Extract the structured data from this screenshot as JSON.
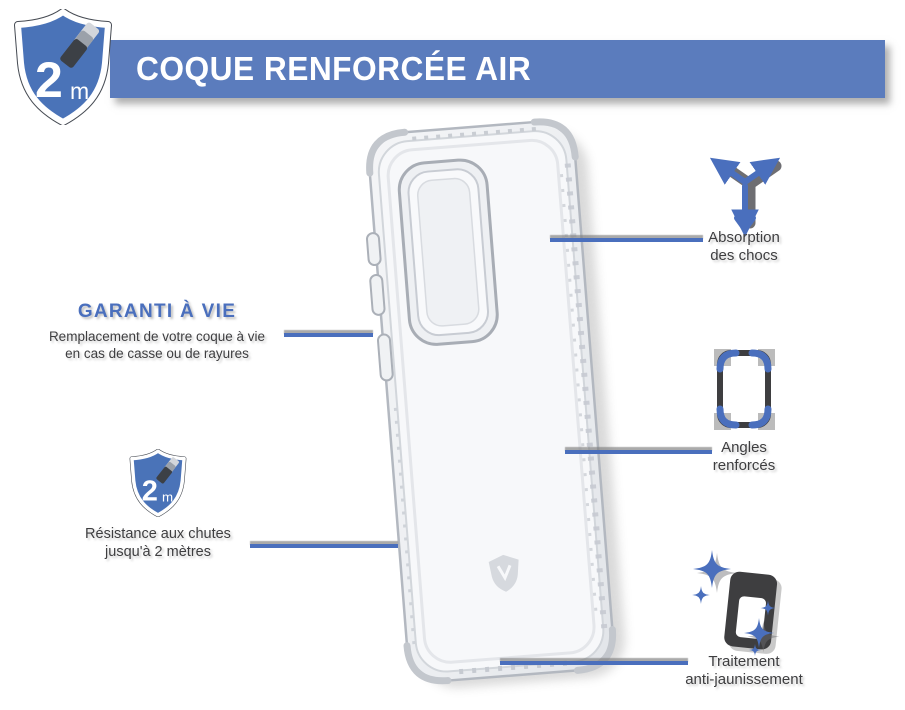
{
  "header": {
    "title": "COQUE RENFORCÉE AIR"
  },
  "badge": {
    "value": "2",
    "unit": "m"
  },
  "warranty": {
    "title": "GARANTI À VIE",
    "line1": "Remplacement de votre coque à vie",
    "line2": "en cas de casse ou de rayures"
  },
  "drop_resistance": {
    "badge_value": "2",
    "badge_unit": "m",
    "line1": "Résistance aux chutes",
    "line2": "jusqu'à 2 mètres"
  },
  "features": {
    "shock": {
      "line1": "Absorption",
      "line2": "des chocs"
    },
    "corners": {
      "line1": "Angles",
      "line2": "renforcés"
    },
    "anti_yellowing": {
      "line1": "Traitement",
      "line2": "anti-jaunissement"
    }
  },
  "colors": {
    "banner_blue": "#5b7cbd",
    "shield_blue": "#4a73b8",
    "accent_blue": "#4a6fbd",
    "text_dark": "#3e3e40"
  }
}
